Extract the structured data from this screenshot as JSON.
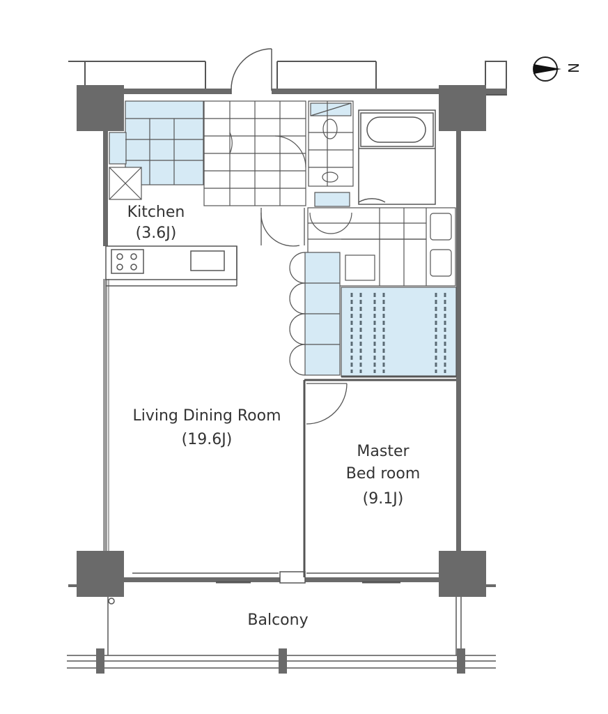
{
  "rooms": {
    "kitchen": {
      "name": "Kitchen",
      "area": "(3.6J)"
    },
    "living": {
      "name": "Living Dining Room",
      "area": "(19.6J)"
    },
    "master": {
      "name_line1": "Master",
      "name_line2": "Bed room",
      "area": "(9.1J)"
    },
    "balcony": {
      "name": "Balcony"
    }
  },
  "compass": {
    "letter": "N"
  },
  "colors": {
    "wall": "#6a6a6a",
    "pillar": "#6a6a6a",
    "line": "#555555",
    "storage_fill": "#d6eaf5",
    "bed_pattern": "#5a6a74"
  }
}
